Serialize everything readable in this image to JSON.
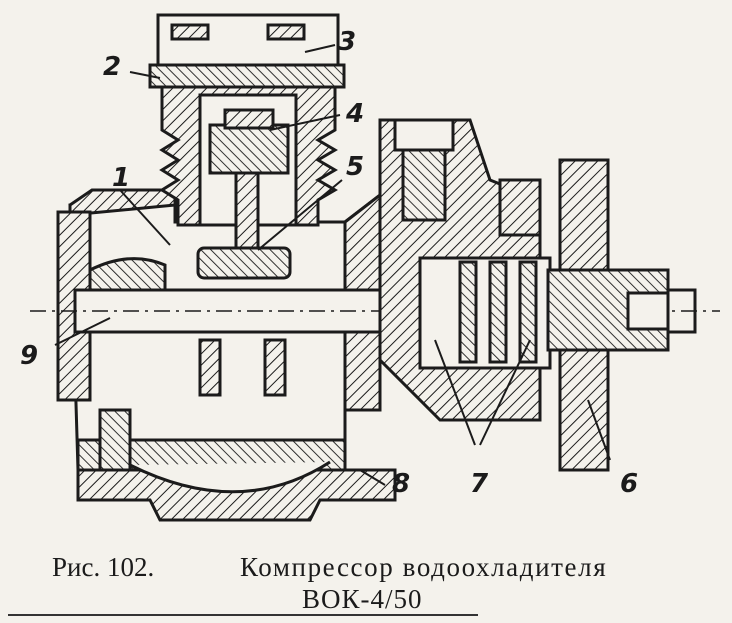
{
  "caption": {
    "figure_label": "Рис.  102.",
    "title": "Компрессор  водоохладителя",
    "subtitle": "ВОК-4/50"
  },
  "callouts": [
    {
      "id": "1",
      "text": "1"
    },
    {
      "id": "2",
      "text": "2"
    },
    {
      "id": "3",
      "text": "3"
    },
    {
      "id": "4",
      "text": "4"
    },
    {
      "id": "5",
      "text": "5"
    },
    {
      "id": "6",
      "text": "6"
    },
    {
      "id": "7",
      "text": "7"
    },
    {
      "id": "8",
      "text": "8"
    },
    {
      "id": "9",
      "text": "9"
    }
  ],
  "colors": {
    "ink": "#1b1b1b",
    "paper": "#f4f2ec"
  }
}
